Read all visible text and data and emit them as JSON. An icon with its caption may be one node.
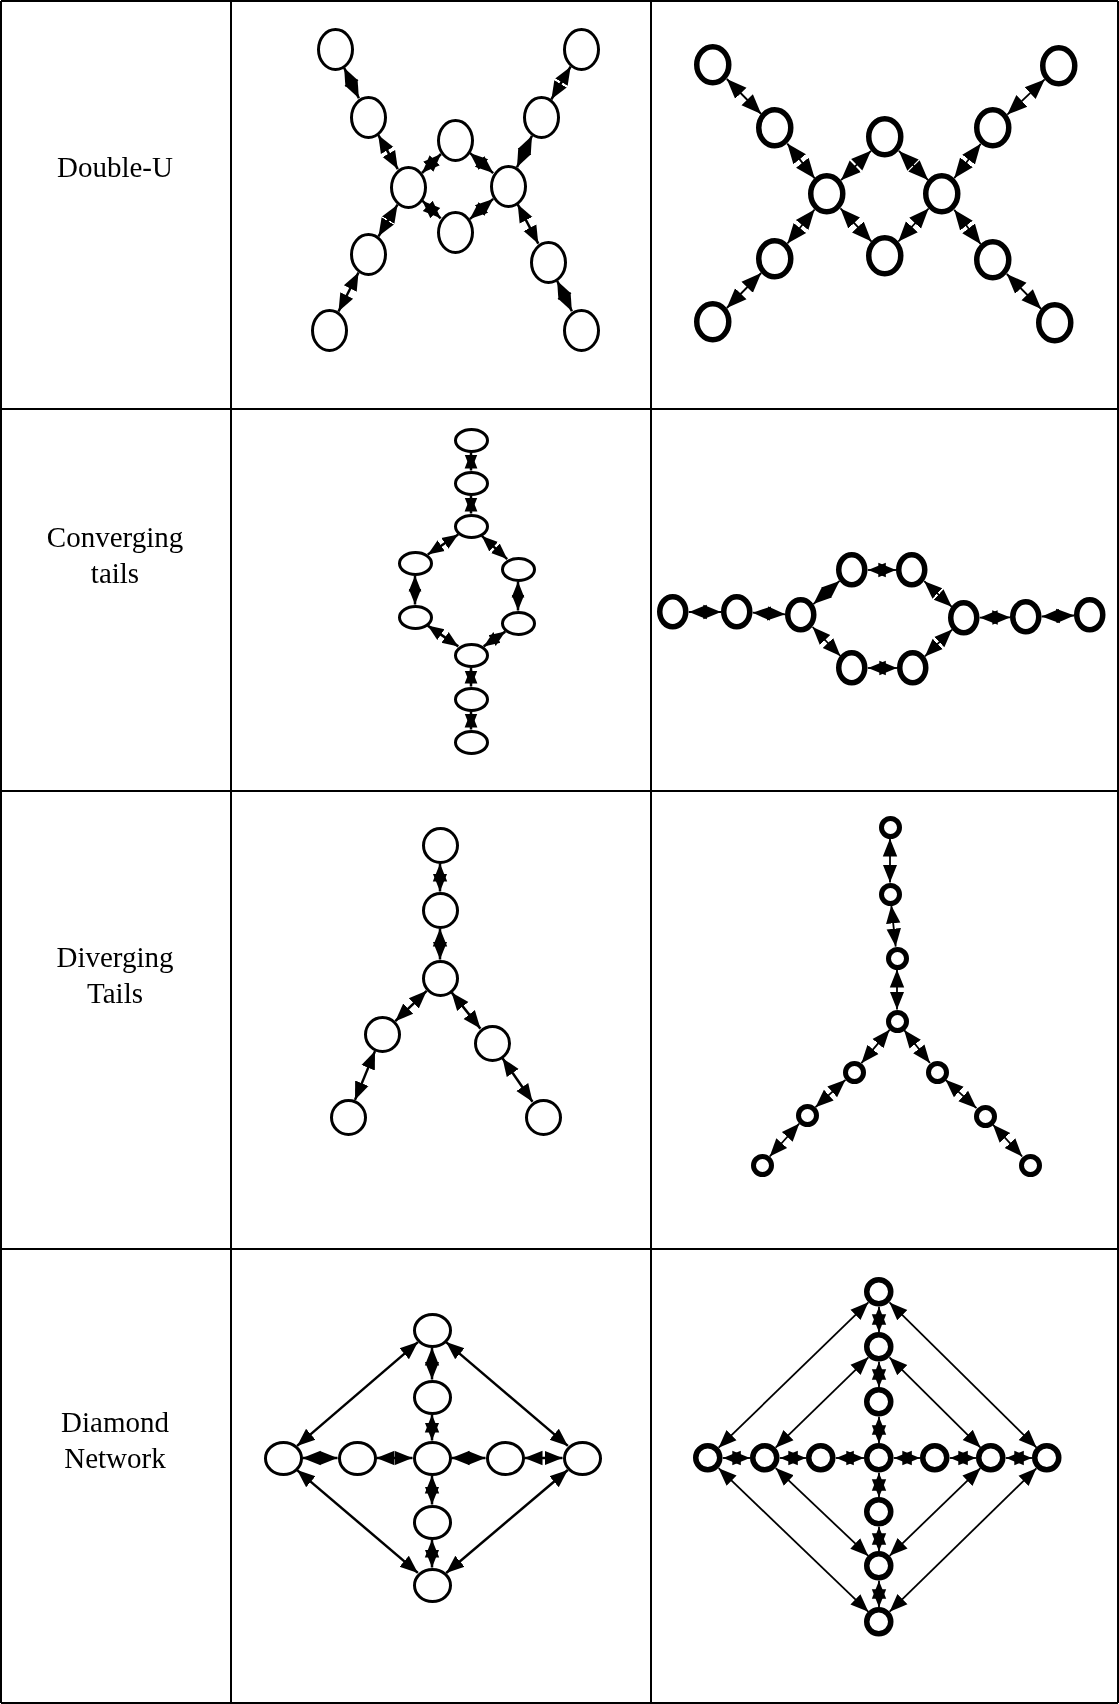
{
  "diagram": {
    "nodes": [
      {
        "text": [],
        "shape": "circle"
      },
      {
        "text": [],
        "shape": "circle"
      },
      {
        "text": [],
        "shape": "circle"
      },
      {
        "text": [],
        "shape": "circle"
      },
      {
        "text": [],
        "shape": "circle"
      },
      {
        "text": [],
        "shape": "circle"
      },
      {
        "text": [],
        "shape": "circle"
      },
      {
        "text": [],
        "shape": "circle"
      },
      {
        "text": [],
        "shape": "circle"
      },
      {
        "text": [],
        "shape": "circle"
      },
      {
        "text": [],
        "shape": "circle"
      },
      {
        "text": [],
        "shape": "circle"
      },
      {
        "text": [],
        "shape": "circle"
      },
      {
        "text": [],
        "shape": "circle"
      },
      {
        "text": [],
        "shape": "circle"
      },
      {
        "text": [],
        "shape": "circle"
      },
      {
        "text": [],
        "shape": "circle"
      },
      {
        "text": [],
        "shape": "circle"
      },
      {
        "text": [],
        "shape": "circle"
      },
      {
        "text": [],
        "shape": "circle"
      },
      {
        "text": [],
        "shape": "circle"
      },
      {
        "text": [],
        "shape": "circle"
      },
      {
        "text": [],
        "shape": "circle"
      },
      {
        "text": [],
        "shape": "circle"
      },
      {
        "text": [],
        "shape": "circle"
      },
      {
        "text": [],
        "shape": "circle"
      },
      {
        "text": [],
        "shape": "circle"
      },
      {
        "text": [],
        "shape": "circle"
      },
      {
        "text": [],
        "shape": "circle"
      },
      {
        "text": [],
        "shape": "circle"
      },
      {
        "text": [],
        "shape": "circle"
      },
      {
        "text": [],
        "shape": "circle"
      },
      {
        "text": [],
        "shape": "circle"
      },
      {
        "text": [],
        "shape": "circle"
      },
      {
        "text": [],
        "shape": "circle"
      },
      {
        "text": [],
        "shape": "circle"
      },
      {
        "text": [],
        "shape": "circle"
      },
      {
        "text": [],
        "shape": "circle"
      },
      {
        "text": [],
        "shape": "circle"
      },
      {
        "text": [],
        "shape": "circle"
      },
      {
        "text": [],
        "shape": "circle"
      },
      {
        "text": [],
        "shape": "circle"
      },
      {
        "text": [],
        "shape": "circle"
      },
      {
        "text": [],
        "shape": "circle"
      },
      {
        "text": [],
        "shape": "circle"
      },
      {
        "text": [],
        "shape": "circle"
      },
      {
        "text": [],
        "shape": "circle"
      },
      {
        "text": [],
        "shape": "circle"
      },
      {
        "text": [],
        "shape": "circle"
      },
      {
        "text": [],
        "shape": "circle"
      },
      {
        "text": [],
        "shape": "circle"
      },
      {
        "text": [],
        "shape": "circle"
      },
      {
        "text": [],
        "shape": "circle"
      },
      {
        "text": [],
        "shape": "circle"
      },
      {
        "text": [],
        "shape": "circle"
      },
      {
        "text": [],
        "shape": "circle"
      },
      {
        "text": [],
        "shape": "circle"
      },
      {
        "text": [],
        "shape": "circle"
      },
      {
        "text": [],
        "shape": "circle"
      },
      {
        "text": [],
        "shape": "circle"
      },
      {
        "text": [],
        "shape": "circle"
      },
      {
        "text": [],
        "shape": "circle"
      },
      {
        "text": [],
        "shape": "circle"
      },
      {
        "text": [],
        "shape": "circle"
      },
      {
        "text": [],
        "shape": "circle"
      },
      {
        "text": [],
        "shape": "circle"
      },
      {
        "text": [],
        "shape": "circle"
      },
      {
        "text": [],
        "shape": "circle"
      },
      {
        "text": [],
        "shape": "circle"
      },
      {
        "text": [],
        "shape": "circle"
      },
      {
        "text": [],
        "shape": "circle"
      },
      {
        "text": [],
        "shape": "circle"
      },
      {
        "text": [],
        "shape": "circle"
      },
      {
        "text": [],
        "shape": "circle"
      },
      {
        "text": [],
        "shape": "circle"
      },
      {
        "text": [],
        "shape": "circle"
      },
      {
        "text": [],
        "shape": "circle"
      },
      {
        "text": [],
        "shape": "circle"
      },
      {
        "text": [],
        "shape": "circle"
      },
      {
        "text": [],
        "shape": "circle"
      },
      {
        "text": [],
        "shape": "circle"
      },
      {
        "text": [],
        "shape": "circle"
      },
      {
        "text": [],
        "shape": "circle"
      }
    ],
    "edges": [
      {
        "from": 0,
        "to": 2,
        "arrow": "both"
      },
      {
        "from": 1,
        "to": 3,
        "arrow": "both"
      },
      {
        "from": 2,
        "to": 5,
        "arrow": "both"
      },
      {
        "from": 3,
        "to": 6,
        "arrow": "both"
      },
      {
        "from": 5,
        "to": 4,
        "arrow": "both"
      },
      {
        "from": 4,
        "to": 6,
        "arrow": "both"
      },
      {
        "from": 5,
        "to": 7,
        "arrow": "both"
      },
      {
        "from": 7,
        "to": 6,
        "arrow": "both"
      },
      {
        "from": 5,
        "to": 8,
        "arrow": "both"
      },
      {
        "from": 6,
        "to": 9,
        "arrow": "both"
      },
      {
        "from": 8,
        "to": 10,
        "arrow": "both"
      },
      {
        "from": 9,
        "to": 11,
        "arrow": "both"
      },
      {
        "from": 12,
        "to": 14,
        "arrow": "both"
      },
      {
        "from": 13,
        "to": 15,
        "arrow": "both"
      },
      {
        "from": 14,
        "to": 17,
        "arrow": "both"
      },
      {
        "from": 15,
        "to": 18,
        "arrow": "both"
      },
      {
        "from": 17,
        "to": 16,
        "arrow": "both"
      },
      {
        "from": 16,
        "to": 18,
        "arrow": "both"
      },
      {
        "from": 17,
        "to": 19,
        "arrow": "both"
      },
      {
        "from": 19,
        "to": 18,
        "arrow": "both"
      },
      {
        "from": 17,
        "to": 20,
        "arrow": "both"
      },
      {
        "from": 18,
        "to": 21,
        "arrow": "both"
      },
      {
        "from": 20,
        "to": 22,
        "arrow": "both"
      },
      {
        "from": 21,
        "to": 23,
        "arrow": "both"
      },
      {
        "from": 24,
        "to": 25,
        "arrow": "both"
      },
      {
        "from": 25,
        "to": 26,
        "arrow": "both"
      },
      {
        "from": 26,
        "to": 27,
        "arrow": "both"
      },
      {
        "from": 26,
        "to": 28,
        "arrow": "both"
      },
      {
        "from": 27,
        "to": 29,
        "arrow": "both"
      },
      {
        "from": 28,
        "to": 30,
        "arrow": "both"
      },
      {
        "from": 29,
        "to": 31,
        "arrow": "both"
      },
      {
        "from": 30,
        "to": 31,
        "arrow": "both"
      },
      {
        "from": 31,
        "to": 32,
        "arrow": "both"
      },
      {
        "from": 32,
        "to": 33,
        "arrow": "both"
      },
      {
        "from": 36,
        "to": 37,
        "arrow": "both"
      },
      {
        "from": 37,
        "to": 38,
        "arrow": "both"
      },
      {
        "from": 38,
        "to": 34,
        "arrow": "both"
      },
      {
        "from": 34,
        "to": 35,
        "arrow": "both"
      },
      {
        "from": 35,
        "to": 39,
        "arrow": "both"
      },
      {
        "from": 38,
        "to": 42,
        "arrow": "both"
      },
      {
        "from": 42,
        "to": 43,
        "arrow": "both"
      },
      {
        "from": 43,
        "to": 39,
        "arrow": "both"
      },
      {
        "from": 39,
        "to": 40,
        "arrow": "both"
      },
      {
        "from": 40,
        "to": 41,
        "arrow": "both"
      },
      {
        "from": 44,
        "to": 45,
        "arrow": "both"
      },
      {
        "from": 45,
        "to": 46,
        "arrow": "both"
      },
      {
        "from": 46,
        "to": 47,
        "arrow": "both"
      },
      {
        "from": 46,
        "to": 48,
        "arrow": "both"
      },
      {
        "from": 47,
        "to": 49,
        "arrow": "both"
      },
      {
        "from": 48,
        "to": 50,
        "arrow": "both"
      },
      {
        "from": 51,
        "to": 52,
        "arrow": "both"
      },
      {
        "from": 52,
        "to": 53,
        "arrow": "both"
      },
      {
        "from": 53,
        "to": 54,
        "arrow": "both"
      },
      {
        "from": 54,
        "to": 55,
        "arrow": "both"
      },
      {
        "from": 54,
        "to": 56,
        "arrow": "both"
      },
      {
        "from": 55,
        "to": 57,
        "arrow": "both"
      },
      {
        "from": 56,
        "to": 58,
        "arrow": "both"
      },
      {
        "from": 57,
        "to": 59,
        "arrow": "both"
      },
      {
        "from": 58,
        "to": 60,
        "arrow": "both"
      },
      {
        "from": 61,
        "to": 63,
        "arrow": "both"
      },
      {
        "from": 61,
        "to": 67,
        "arrow": "both"
      },
      {
        "from": 61,
        "to": 62,
        "arrow": "both"
      },
      {
        "from": 62,
        "to": 65,
        "arrow": "both"
      },
      {
        "from": 63,
        "to": 64,
        "arrow": "both"
      },
      {
        "from": 64,
        "to": 65,
        "arrow": "both"
      },
      {
        "from": 65,
        "to": 66,
        "arrow": "both"
      },
      {
        "from": 66,
        "to": 67,
        "arrow": "both"
      },
      {
        "from": 65,
        "to": 68,
        "arrow": "both"
      },
      {
        "from": 68,
        "to": 69,
        "arrow": "both"
      },
      {
        "from": 63,
        "to": 69,
        "arrow": "both"
      },
      {
        "from": 67,
        "to": 69,
        "arrow": "both"
      },
      {
        "from": 70,
        "to": 71,
        "arrow": "both"
      },
      {
        "from": 71,
        "to": 72,
        "arrow": "both"
      },
      {
        "from": 72,
        "to": 76,
        "arrow": "both"
      },
      {
        "from": 76,
        "to": 80,
        "arrow": "both"
      },
      {
        "from": 80,
        "to": 81,
        "arrow": "both"
      },
      {
        "from": 81,
        "to": 82,
        "arrow": "both"
      },
      {
        "from": 73,
        "to": 74,
        "arrow": "both"
      },
      {
        "from": 74,
        "to": 75,
        "arrow": "both"
      },
      {
        "from": 75,
        "to": 76,
        "arrow": "both"
      },
      {
        "from": 76,
        "to": 77,
        "arrow": "both"
      },
      {
        "from": 77,
        "to": 78,
        "arrow": "both"
      },
      {
        "from": 78,
        "to": 79,
        "arrow": "both"
      },
      {
        "from": 70,
        "to": 73,
        "arrow": "both"
      },
      {
        "from": 70,
        "to": 79,
        "arrow": "both"
      },
      {
        "from": 71,
        "to": 74,
        "arrow": "both"
      },
      {
        "from": 71,
        "to": 78,
        "arrow": "both"
      },
      {
        "from": 74,
        "to": 81,
        "arrow": "both"
      },
      {
        "from": 78,
        "to": 81,
        "arrow": "both"
      },
      {
        "from": 73,
        "to": 82,
        "arrow": "both"
      },
      {
        "from": 79,
        "to": 82,
        "arrow": "both"
      }
    ],
    "labels": [
      "Double-U",
      "Converging tails",
      "Diverging Tails",
      "Diamond Network"
    ]
  }
}
